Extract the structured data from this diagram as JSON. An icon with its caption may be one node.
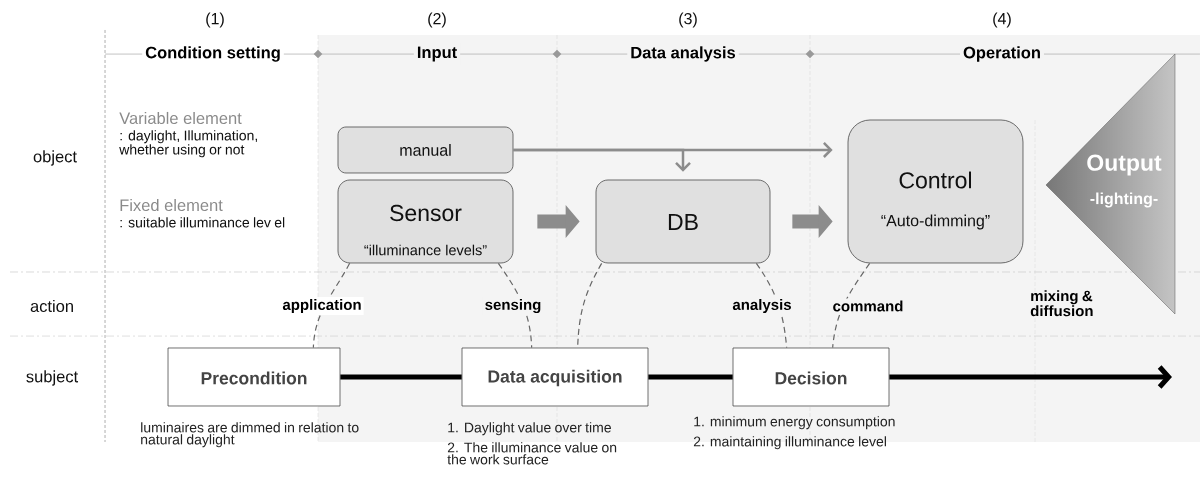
{
  "diagram": {
    "nodes": [
      {
        "text": [
          "manual"
        ]
      },
      {
        "text": [
          "Sensor",
          "“illuminance levels”"
        ]
      },
      {
        "text": [
          "DB"
        ]
      },
      {
        "text": [
          "Control",
          "“Auto-dimming”"
        ]
      },
      {
        "text": [
          "Output",
          "-lighting-"
        ]
      },
      {
        "text": [
          "Precondition"
        ],
        "beside": [
          "luminaires are dimmed in relation to natural daylight"
        ]
      },
      {
        "text": [
          "Data acquisition"
        ],
        "beside": [
          "1. Daylight value over time",
          "2. The illuminance value on the work surface"
        ]
      },
      {
        "text": [
          "Decision"
        ],
        "beside": [
          "1. minimum energy consumption",
          "2. maintaining illuminance level"
        ]
      }
    ],
    "edges": [
      {
        "from": 0,
        "to": 3,
        "arrow": "to",
        "color": "#8c8c8c"
      },
      {
        "from": 0,
        "to": 2,
        "arrow": "to",
        "color": "#8c8c8c"
      },
      {
        "from": 1,
        "to": 2,
        "arrow": "to",
        "style": "thick",
        "color": "#8c8c8c"
      },
      {
        "from": 2,
        "to": 3,
        "arrow": "to",
        "style": "thick",
        "color": "#8c8c8c"
      },
      {
        "from": 1,
        "to": 5,
        "arrow": "none",
        "style": "dashed",
        "color": "#666666",
        "label": "application"
      },
      {
        "from": 1,
        "to": 6,
        "arrow": "none",
        "style": "dashed",
        "color": "#666666",
        "label": "sensing"
      },
      {
        "from": 2,
        "to": 6,
        "arrow": "none",
        "style": "dashed",
        "color": "#666666"
      },
      {
        "from": 2,
        "to": 7,
        "arrow": "none",
        "style": "dashed",
        "color": "#666666",
        "label": "analysis"
      },
      {
        "from": 3,
        "to": 7,
        "arrow": "none",
        "style": "dashed",
        "color": "#666666",
        "label": "command"
      },
      {
        "from": 5,
        "to": 6,
        "arrow": "none",
        "style": "thick",
        "color": "#000000"
      },
      {
        "from": 6,
        "to": 7,
        "arrow": "none",
        "style": "thick",
        "color": "#000000"
      },
      {
        "from": 7,
        "to": null,
        "arrow": "to",
        "style": "thick",
        "color": "#000000"
      }
    ],
    "labels": [
      "(1)",
      "(2)",
      "(3)",
      "(4)",
      "Condition setting",
      "Input",
      "Data analysis",
      "Operation",
      "object",
      "Variable element",
      ": daylight, Illumination, whether using or not",
      "Fixed element",
      ": suitable illuminance lev el",
      "action",
      "mixing & diffusion",
      "subject"
    ]
  }
}
